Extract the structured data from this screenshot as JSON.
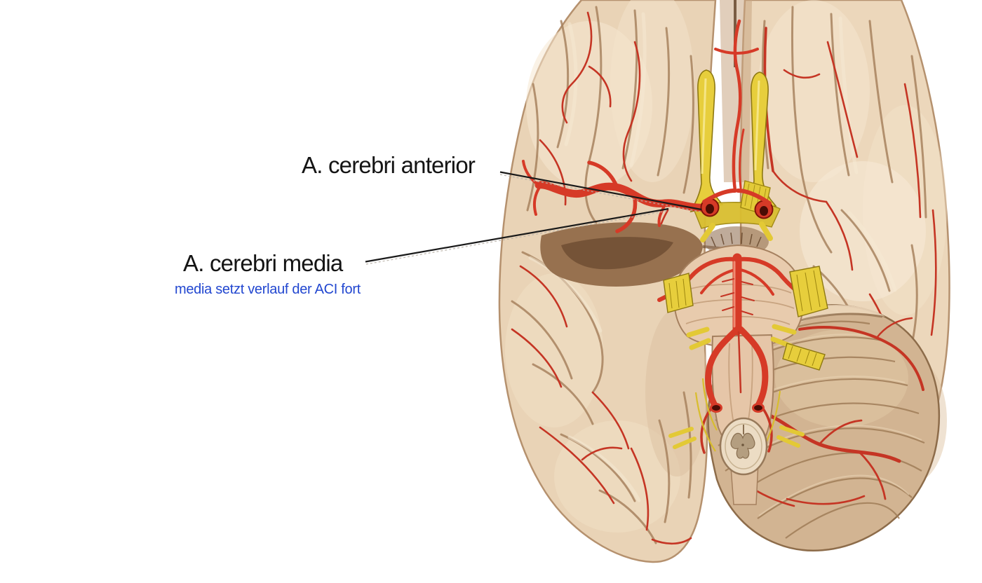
{
  "labels": {
    "anterior": {
      "text": "A. cerebri anterior",
      "color": "#141414"
    },
    "media": {
      "text": "A. cerebri media",
      "color": "#141414"
    },
    "note": {
      "text": "media setzt verlauf der ACI fort",
      "color": "#2247d0"
    }
  },
  "figure": {
    "name": "basal-view-brain-arteries-illustration",
    "palette": {
      "background": "#ffffff",
      "cortex_light": "#f3e5cd",
      "cortex_base": "#e9d3b6",
      "cortex_shadow": "#c29d7c",
      "sulcus_line": "#9c7a5a",
      "cut_surface_brown": "#94704e",
      "cerebellum_base": "#d2b492",
      "artery_red": "#d63a27",
      "artery_dark": "#7e1408",
      "nerve_yellow": "#e7ce3c",
      "nerve_yellow_dark": "#8d7812",
      "leader_line_black": "#1a1a1a",
      "leader_line_ghost": "#b9b2a8"
    }
  }
}
